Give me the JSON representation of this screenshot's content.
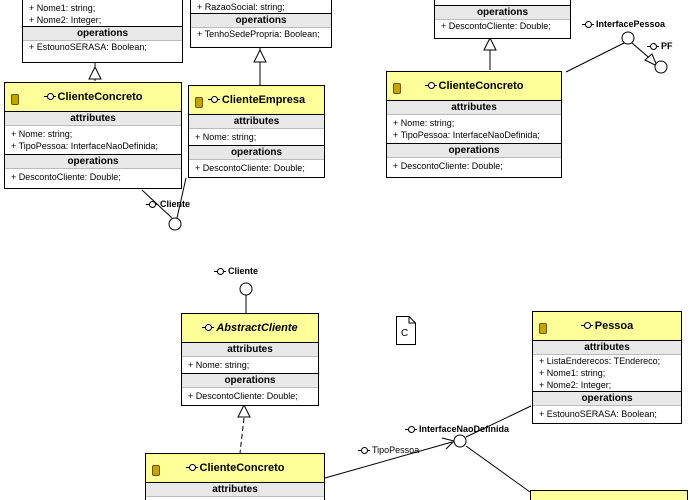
{
  "sections": {
    "attributes": "attributes",
    "operations": "operations"
  },
  "classes": {
    "topleft_pessoa": {
      "attrs": [
        "+ Nome1: string;",
        "+ Nome2: Integer;"
      ],
      "ops": [
        "+ EstounoSERASA: Boolean;"
      ]
    },
    "topmid_empresa": {
      "attrs": [
        "+ RazaoSocial: string;"
      ],
      "ops": [
        "+ TenhoSedePropria: Boolean;"
      ]
    },
    "topright_abstract": {
      "ops": [
        "+ DescontoCliente: Double;"
      ]
    },
    "cc_left": {
      "title": "ClienteConcreto",
      "attrs": [
        "+ Nome: string;",
        "+ TipoPessoa: InterfaceNaoDefinida;"
      ],
      "ops": [
        "+ DescontoCliente: Double;"
      ]
    },
    "ce_mid": {
      "title": "ClienteEmpresa",
      "attrs": [
        "+ Nome: string;"
      ],
      "ops": [
        "+ DescontoCliente: Double;"
      ]
    },
    "cc_right": {
      "title": "ClienteConcreto",
      "attrs": [
        "+ Nome: string;",
        "+ TipoPessoa: InterfaceNaoDefinida;"
      ],
      "ops": [
        "+ DescontoCliente: Double;"
      ]
    },
    "abstract_bottom": {
      "title": "AbstractCliente",
      "attrs": [
        "+ Nome: string;"
      ],
      "ops": [
        "+ DescontoCliente: Double;"
      ]
    },
    "pessoa_bottom": {
      "title": "Pessoa",
      "attrs": [
        "+ ListaEnderecos: TEndereco;",
        "+ Nome1: string;",
        "+ Nome2: Integer;"
      ],
      "ops": [
        "+ EstounoSERASA: Boolean;"
      ]
    },
    "cc_bottom": {
      "title": "ClienteConcreto"
    }
  },
  "interfaces": {
    "cliente_top": "Cliente",
    "interface_pessoa": "InterfacePessoa",
    "pf": "PF",
    "cliente_bottom": "Cliente",
    "interface_nao_definida": "InterfaceNaoDefinida"
  },
  "role_labels": {
    "tipo_pessoa": "TipoPessoa"
  },
  "note": {
    "letter": "C"
  },
  "colors": {
    "class_header": "#ffff99",
    "section_header": "#e8e8e8",
    "stereotype_icon": "#c8a400"
  }
}
